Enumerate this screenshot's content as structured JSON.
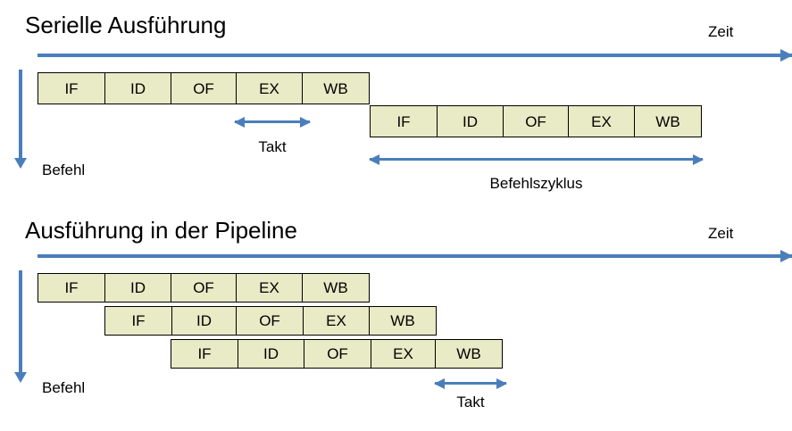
{
  "diagram": {
    "title_top": "Serielle Ausführung",
    "title_bottom": "Ausführung in der Pipeline",
    "axis_label_top": "Zeit",
    "axis_label_bottom": "Zeit",
    "vertical_label_top": "Befehl",
    "vertical_label_bottom": "Befehl",
    "measure_takt_top": "Takt",
    "measure_cycle_top": "Befehlszyklus",
    "measure_takt_bottom": "Takt",
    "colors": {
      "stage_fill": "#E9EAC6",
      "stage_border": "#000000",
      "arrow_blue": "#4A7EBB",
      "text": "#000000",
      "background": "#FFFFFF"
    },
    "stages": [
      "IF",
      "ID",
      "OF",
      "EX",
      "WB"
    ],
    "serial": {
      "rows": [
        {
          "stages": [
            "IF",
            "ID",
            "OF",
            "EX",
            "WB"
          ]
        },
        {
          "stages": [
            "IF",
            "ID",
            "OF",
            "EX",
            "WB"
          ]
        }
      ]
    },
    "pipeline": {
      "rows": [
        {
          "stages": [
            "IF",
            "ID",
            "OF",
            "EX",
            "WB"
          ]
        },
        {
          "stages": [
            "IF",
            "ID",
            "OF",
            "EX",
            "WB"
          ]
        },
        {
          "stages": [
            "IF",
            "ID",
            "OF",
            "EX",
            "WB"
          ]
        }
      ]
    }
  }
}
